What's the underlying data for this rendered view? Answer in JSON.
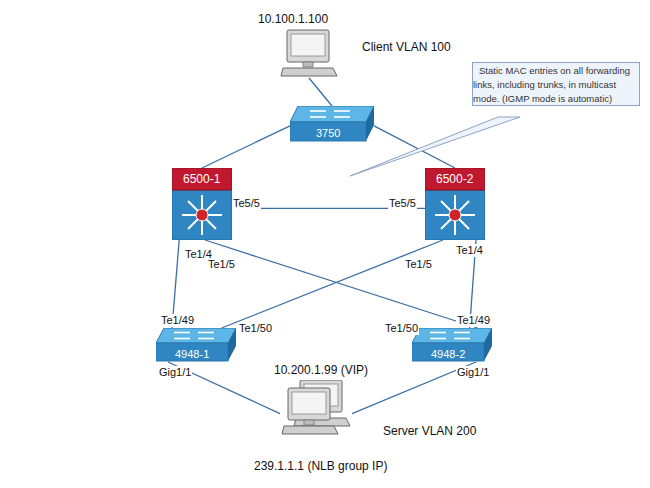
{
  "diagram": {
    "nodes": [
      {
        "text": [
          "10.100.1.100",
          "Client VLAN 100"
        ]
      },
      {
        "text": [
          "3750"
        ]
      },
      {
        "text": [
          "Static MAC entries on all forwarding links, including trunks, in multicast mode. (IGMP mode is automatic)"
        ]
      },
      {
        "text": [
          "6500-1"
        ]
      },
      {
        "text": [
          "6500-2"
        ]
      },
      {
        "text": [
          "4948-1"
        ]
      },
      {
        "text": [
          "4948-2"
        ]
      },
      {
        "text": [
          "10.200.1.99 (VIP)",
          "Server VLAN 200",
          "239.1.1.1 (NLB group IP)"
        ]
      }
    ],
    "edges": [
      {
        "from": 0,
        "to": 1,
        "arrow": "none"
      },
      {
        "from": 1,
        "to": 3,
        "arrow": "none"
      },
      {
        "from": 1,
        "to": 4,
        "arrow": "none"
      },
      {
        "from": 3,
        "to": 4,
        "arrow": "none"
      },
      {
        "from": 3,
        "to": 5,
        "arrow": "none"
      },
      {
        "from": 3,
        "to": 6,
        "arrow": "none"
      },
      {
        "from": 4,
        "to": 5,
        "arrow": "none"
      },
      {
        "from": 4,
        "to": 6,
        "arrow": "none"
      },
      {
        "from": 5,
        "to": 7,
        "arrow": "none"
      },
      {
        "from": 6,
        "to": 7,
        "arrow": "none"
      }
    ],
    "labels": [
      "Te5/5",
      "Te5/5",
      "Te1/4",
      "Te1/5",
      "Te1/5",
      "Te1/4",
      "Te1/49",
      "Te1/50",
      "Te1/50",
      "Te1/49",
      "Gig1/1",
      "Gig1/1"
    ]
  }
}
